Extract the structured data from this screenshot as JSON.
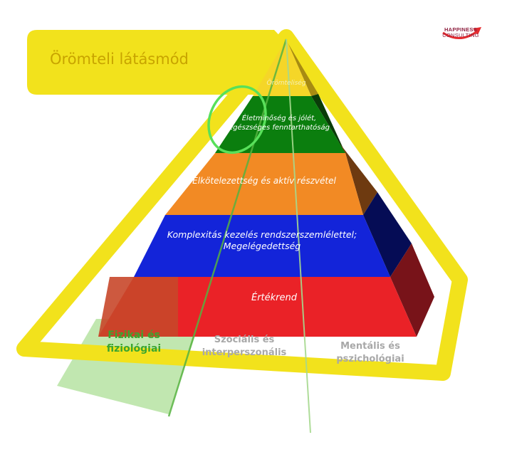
{
  "title": "Örömteli látásmód",
  "brand": {
    "name": "HAPPINESS",
    "subtitle": "CONSULTING"
  },
  "pyramid_levels": [
    {
      "label": "Örömteliség",
      "color": "#f5d628"
    },
    {
      "label_line1": "Életminőség és jólét,",
      "label_line2": "egészséges fenntarthatóság",
      "color": "#0b7e0e"
    },
    {
      "label": "Elkötelezettség és aktív részvétel",
      "color": "#f28a24"
    },
    {
      "label_line1": "Komplexitás kezelés rendszerszemlélettel;",
      "label_line2": "Megelégedettség",
      "color": "#1324d9"
    },
    {
      "label": "Értékrend",
      "color": "#ea2227"
    }
  ],
  "base_labels": [
    {
      "line1": "Fizikai és",
      "line2": "fiziológiai",
      "color": "#3aa62f"
    },
    {
      "line1": "Szociális és",
      "line2": "interperszonális",
      "color": "#a8a8a8"
    },
    {
      "line1": "Mentális és",
      "line2": "pszichológiai",
      "color": "#a8a8a8"
    }
  ],
  "colors": {
    "frame_yellow": "#f2e21c",
    "highlight_ring": "#58e05a",
    "beam_green": "#b6e3a2",
    "brand_red": "#e52b2e"
  }
}
